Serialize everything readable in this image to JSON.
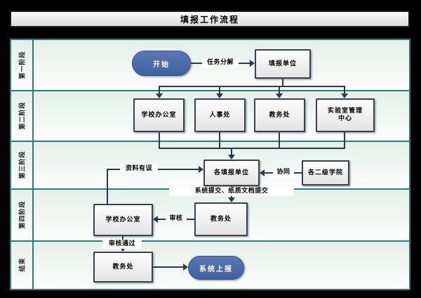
{
  "title": "填报工作流程",
  "stages": [
    {
      "label": "第一阶段"
    },
    {
      "label": "第二阶段"
    },
    {
      "label": "第三阶段"
    },
    {
      "label": "第四阶段"
    },
    {
      "label": "结束"
    }
  ],
  "nodes": {
    "start": {
      "label": "开始"
    },
    "reporting_unit": {
      "label": "填报单位"
    },
    "school_office": {
      "label": "学校办公室"
    },
    "personnel_dept": {
      "label": "人事处"
    },
    "academic_affairs": {
      "label": "教务处"
    },
    "lab_center": {
      "label": "实验室管理中心"
    },
    "each_reporting_unit": {
      "label": "各填报单位"
    },
    "secondary_colleges": {
      "label": "各二级学院"
    },
    "end": {
      "label": "系统上报"
    }
  },
  "edges": {
    "task_breakdown": {
      "label": "任务分解"
    },
    "collaboration": {
      "label": "协同"
    },
    "data_error": {
      "label": "资料有误"
    },
    "submission": {
      "label": "系统提交、纸质文档提交"
    },
    "review": {
      "label": "审核"
    },
    "review_passed": {
      "label": "审核通过"
    }
  },
  "colors": {
    "accent_blue": "#4a68a8",
    "lane_border_teal": "#2a7d78",
    "connector": "#2b3a4a",
    "background": "#000000"
  }
}
